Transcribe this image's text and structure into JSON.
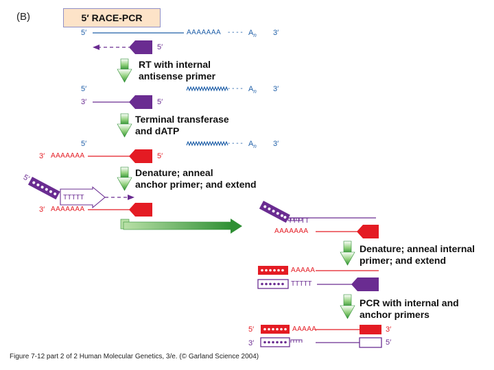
{
  "panel_label": "(B)",
  "title": "5′ RACE-PCR",
  "labels": {
    "five_prime": "5′",
    "three_prime": "3′",
    "polyA_tail": "AAAAAAA",
    "polyA_short": "AAAAA",
    "polyT": "TTTTT",
    "An": "A",
    "An_sub": "n",
    "dashes": "- - - -"
  },
  "steps": {
    "step1_line1": "RT with internal",
    "step1_line2": "antisense primer",
    "step2_line1": "Terminal transferase",
    "step2_line2": "and dATP",
    "step3_line1": "Denature; anneal",
    "step3_line2": "anchor primer; and extend",
    "step4_line1": "Denature; anneal internal",
    "step4_line2": "primer; and extend",
    "step5_line1": "PCR with internal and",
    "step5_line2": "anchor primers"
  },
  "caption": "Figure 7-12  part 2 of 2  Human Molecular Genetics, 3/e.  (© Garland Science 2004)",
  "colors": {
    "mrna_blue": "#1f5fa8",
    "cdna_purple": "#6a2c91",
    "tail_red": "#e41b23",
    "step_arrow_green": "#3a9a3c",
    "title_fill": "#fde3c8",
    "title_border": "#8e8fc7"
  }
}
